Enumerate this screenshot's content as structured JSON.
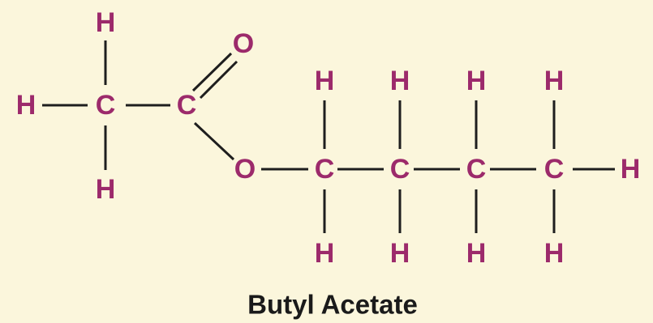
{
  "molecule": {
    "caption": "Butyl Acetate",
    "symbols": {
      "hydrogen": "H",
      "carbon": "C",
      "oxygen": "O"
    },
    "colors": {
      "atom": "#9c2a6b",
      "bond": "#1e1e1e",
      "caption": "#1a1a1a",
      "background": "#fbf6dc"
    }
  }
}
